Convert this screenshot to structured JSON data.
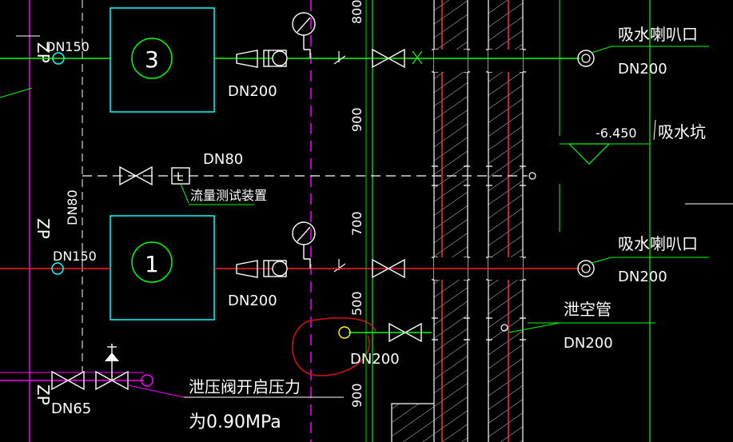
{
  "colors": {
    "background": "#000000",
    "green": "#00ff00",
    "magenta": "#ff00ff",
    "red": "#ff2020",
    "white": "#ffffff",
    "cyan": "#00ffff",
    "dark_red": "#c00000"
  },
  "labels": {
    "dn150_top": "DN150",
    "dn150_mid": "DN150",
    "dn200_pump3": "DN200",
    "dn200_pump1": "DN200",
    "dn80_horizontal": "DN80",
    "dn80_vertical": "DN80",
    "flow_test": "流量测试装置",
    "suction_top": "吸水喇叭口",
    "suction_top_dn": "DN200",
    "suction_mid": "吸水喇叭口",
    "suction_mid_dn": "DN200",
    "level": "-6.450",
    "pit": "吸水坑",
    "vent_pipe": "泄空管",
    "vent_dn": "DN200",
    "dn200_circle": "DN200",
    "dn65": "DN65",
    "relief_valve_1": "泄压阀开启压力",
    "relief_valve_2": "为0.90MPa",
    "dim_800": "800",
    "dim_900_a": "900",
    "dim_700": "700",
    "dim_500": "500",
    "dim_900_b": "900",
    "pump_3": "3",
    "pump_1": "1",
    "zp_1": "ZP",
    "zp_2": "ZP",
    "zp_3": "ZP",
    "flow_box": "L"
  },
  "icons": [
    "gate-valve-icon",
    "pressure-gauge-icon",
    "flow-meter-icon",
    "suction-bell-icon",
    "check-valve-icon"
  ]
}
